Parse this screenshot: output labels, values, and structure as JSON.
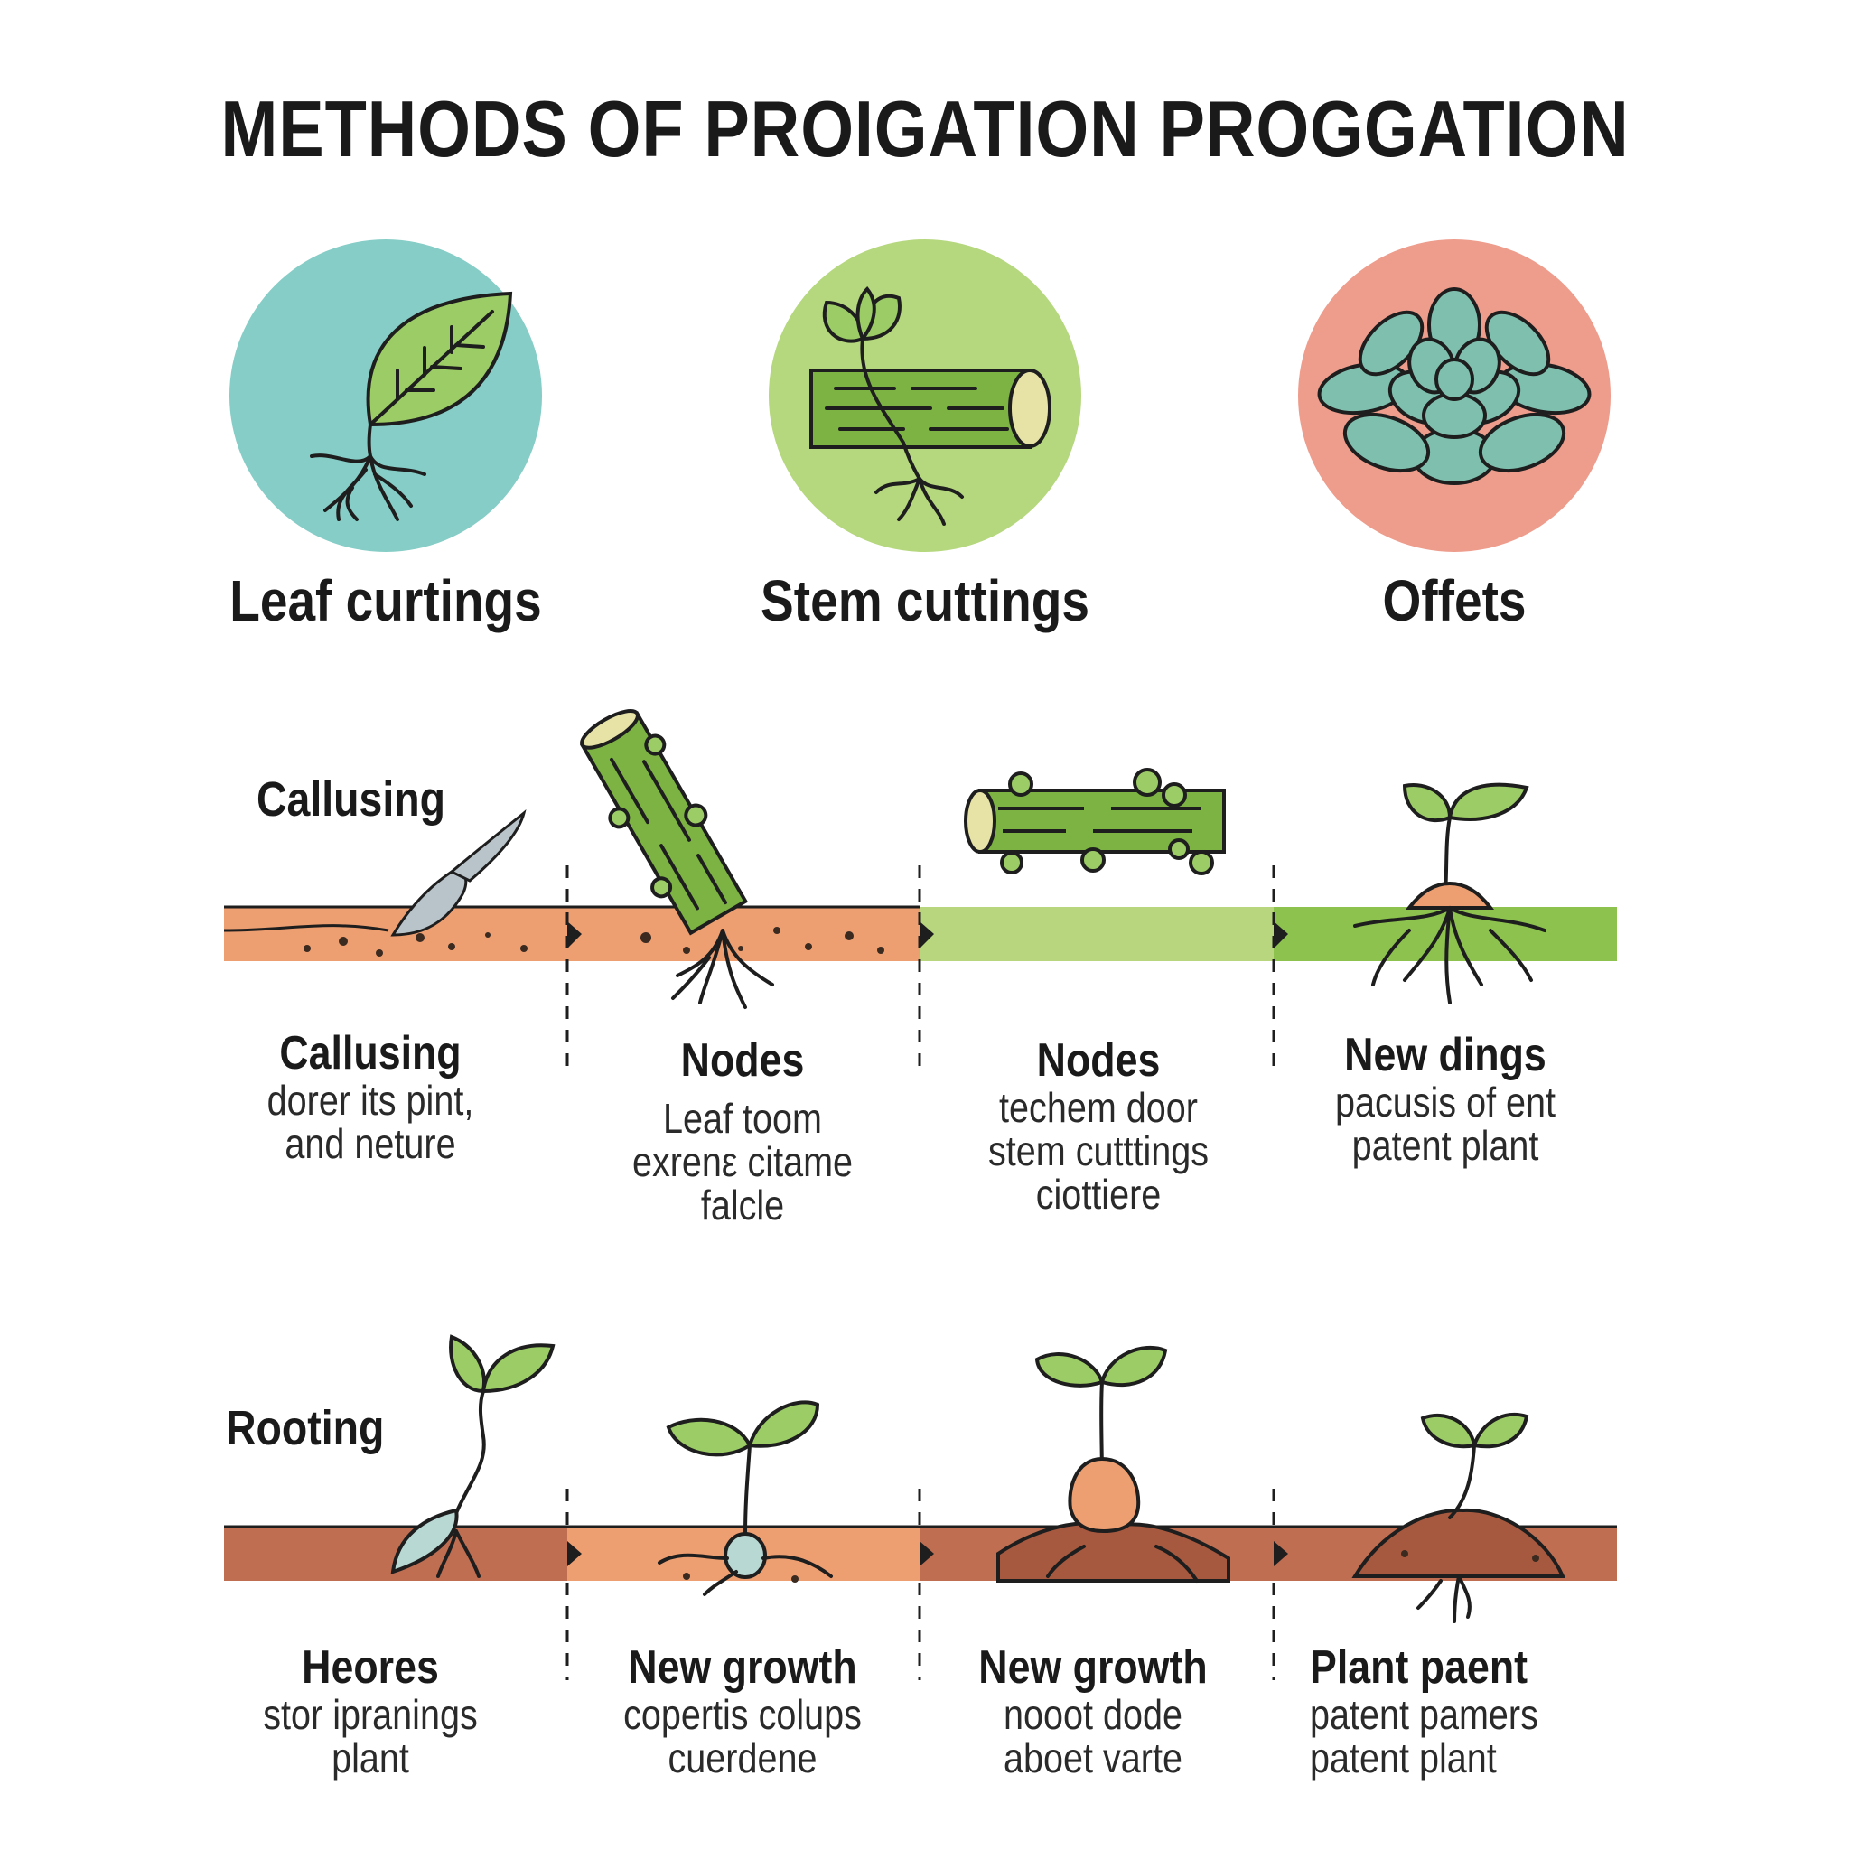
{
  "title": "METHODS OF PROIGATION PROGGATION",
  "methods": [
    {
      "label": "Leaf curtings",
      "circle_color": "#85cdc6",
      "icon": "leaf-with-roots-icon"
    },
    {
      "label": "Stem cuttings",
      "circle_color": "#b5d77d",
      "icon": "stem-cutting-icon"
    },
    {
      "label": "Offets",
      "circle_color": "#ee9c8c",
      "icon": "succulent-rosette-icon"
    }
  ],
  "rows": [
    {
      "label": "Callusing",
      "steps": [
        {
          "heading": "Callusing",
          "lines": [
            "dorer its pint,",
            "and neture"
          ]
        },
        {
          "heading": "Nodes",
          "lines": [
            "Leaf toom",
            "exrenε citame",
            "falcle"
          ]
        },
        {
          "heading": "Nodes",
          "lines": [
            "techem door",
            "stem cutttings",
            "ciottiere"
          ]
        },
        {
          "heading": "New dings",
          "lines": [
            "pacusis of ent",
            "patent plant"
          ]
        }
      ]
    },
    {
      "label": "Rooting",
      "steps": [
        {
          "heading": "Heores",
          "lines": [
            "stor ipranings",
            "plant"
          ]
        },
        {
          "heading": "New growth",
          "lines": [
            "copertis colups",
            "cuerdene"
          ]
        },
        {
          "heading": "New growth",
          "lines": [
            "nooot dode",
            "aboet varte"
          ]
        },
        {
          "heading": "Plant paent",
          "lines": [
            "patent pamers",
            "patent plant"
          ]
        }
      ]
    }
  ],
  "colors": {
    "soil_orange": "#ee9f72",
    "soil_light_green": "#b7d67e",
    "soil_green": "#8dc24f",
    "soil_brown": "#bf6e52",
    "leaf_green": "#9ccc65",
    "stem_green": "#7cb342",
    "outline": "#1e1e1e"
  }
}
